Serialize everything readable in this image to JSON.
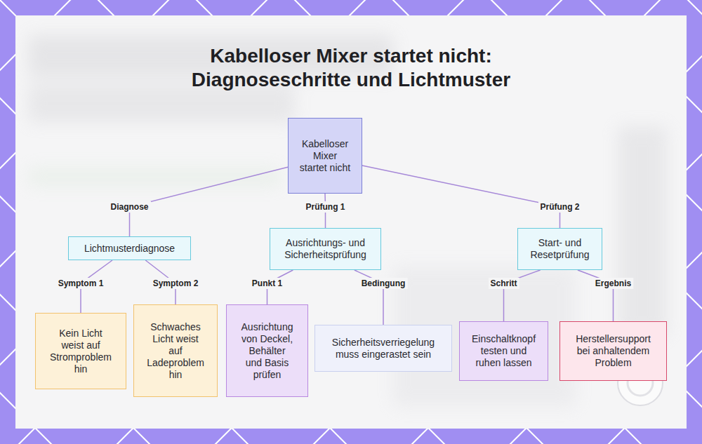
{
  "diagram": {
    "title": "Kabelloser Mixer startet nicht: Diagnoseschritte und Lichtmuster",
    "nodes": [
      {
        "text": [
          "Kabelloser Mixer startet nicht"
        ]
      },
      {
        "text": [
          "Lichtmusterdiagnose"
        ]
      },
      {
        "text": [
          "Ausrichtungs- und Sicherheitsprüfung"
        ]
      },
      {
        "text": [
          "Start- und Resetprüfung"
        ]
      },
      {
        "text": [
          "Kein Licht weist auf Stromproblem hin"
        ]
      },
      {
        "text": [
          "Schwaches Licht weist auf Ladeproblem hin"
        ]
      },
      {
        "text": [
          "Ausrichtung von Deckel, Behälter und Basis prüfen"
        ]
      },
      {
        "text": [
          "Sicherheitsverriegelung muss eingerastet sein"
        ]
      },
      {
        "text": [
          "Einschaltknopf testen und ruhen lassen"
        ]
      },
      {
        "text": [
          "Herstellersupport bei anhaltendem Problem"
        ]
      }
    ],
    "edges": [
      {
        "from": 0,
        "to": 1,
        "label": "Diagnose",
        "arrow": "none"
      },
      {
        "from": 0,
        "to": 2,
        "label": "Prüfung 1",
        "arrow": "none"
      },
      {
        "from": 0,
        "to": 3,
        "label": "Prüfung 2",
        "arrow": "none"
      },
      {
        "from": 1,
        "to": 4,
        "label": "Symptom 1",
        "arrow": "none"
      },
      {
        "from": 1,
        "to": 5,
        "label": "Symptom 2",
        "arrow": "none"
      },
      {
        "from": 2,
        "to": 6,
        "label": "Punkt 1",
        "arrow": "none"
      },
      {
        "from": 2,
        "to": 7,
        "label": "Bedingung",
        "arrow": "none"
      },
      {
        "from": 3,
        "to": 8,
        "label": "Schritt",
        "arrow": "none"
      },
      {
        "from": 3,
        "to": 9,
        "label": "Ergebnis",
        "arrow": "none"
      }
    ]
  }
}
